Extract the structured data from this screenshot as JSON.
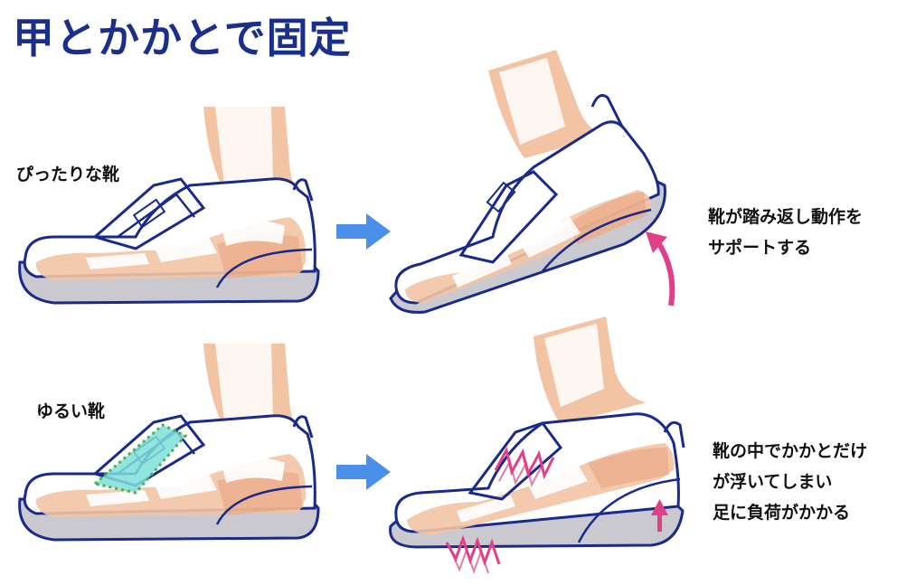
{
  "title": "甲とかかとで固定",
  "rows": [
    {
      "label": "ぴったりな靴",
      "caption": [
        "靴が踏み返し動作を",
        "サポートする"
      ]
    },
    {
      "label": "ゆるい靴",
      "caption": [
        "靴の中でかかとだけ",
        "が浮いてしまい",
        "足に負荷がかかる"
      ]
    }
  ],
  "colors": {
    "title": "#1a2e8c",
    "outline": "#1a2a8a",
    "skin": "#f2c4a4",
    "skin_dark": "#e8a07c",
    "sole": "#c9c9cf",
    "bone": "#ffffff",
    "arrow_blue": "#4a90e8",
    "arrow_pink": "#e0408a",
    "gap_fill": "#7fe0d8",
    "gap_dots": "#4caf50"
  },
  "icons": {
    "next_arrow": "right-arrow-icon",
    "lift_arrow": "curved-up-arrow-icon",
    "strain_mark": "zigzag-strain-icon"
  }
}
